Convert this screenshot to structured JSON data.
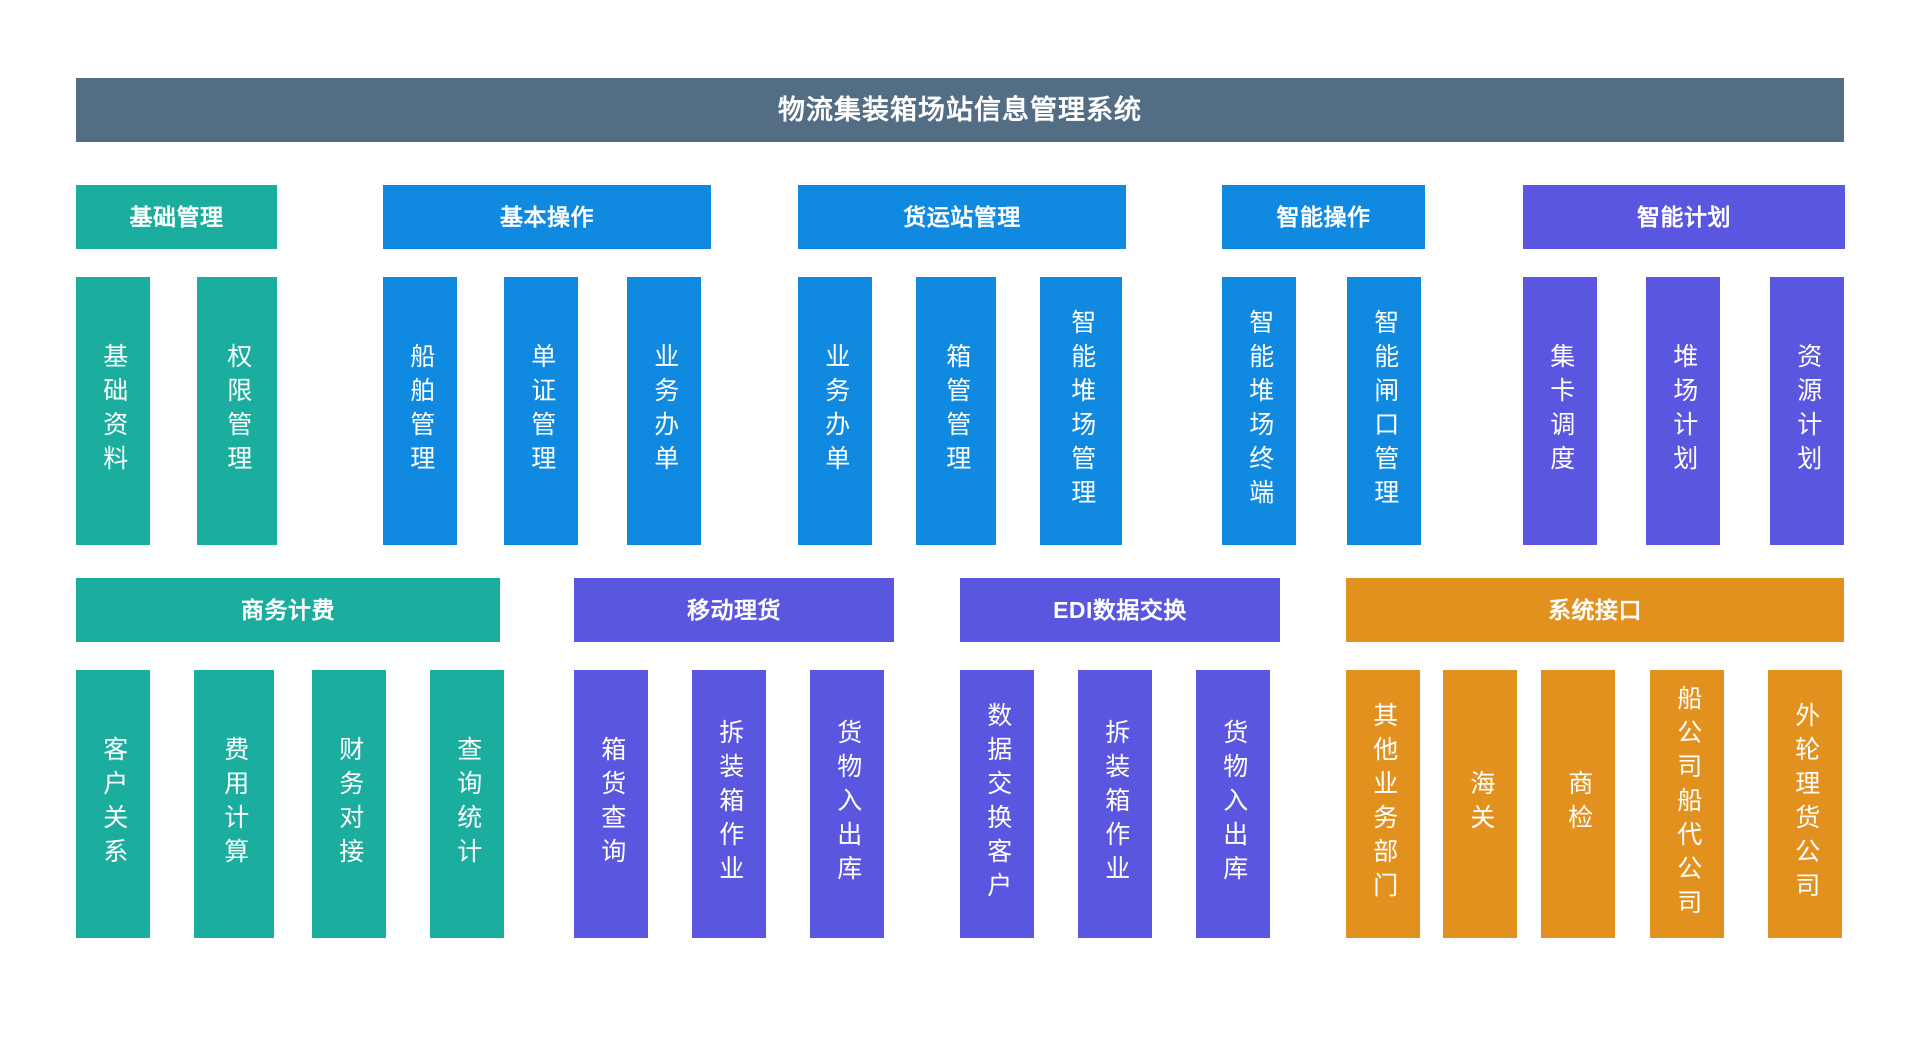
{
  "header": {
    "title": "物流集装箱场站信息管理系统",
    "bar_color": "#536E84"
  },
  "palette": {
    "teal": "#1BAE9F",
    "blue": "#1089E0",
    "purple": "#5B56E0",
    "orange": "#E2911F",
    "title_bar": "#536E84",
    "text": "#FFFFFF",
    "background": "#FFFFFF"
  },
  "groups": [
    {
      "label": "基础管理",
      "color": "teal",
      "row": 1,
      "items": [
        {
          "label": "基础资料"
        },
        {
          "label": "权限管理"
        }
      ]
    },
    {
      "label": "基本操作",
      "color": "blue",
      "row": 1,
      "items": [
        {
          "label": "船舶管理"
        },
        {
          "label": "单证管理"
        },
        {
          "label": "业务办单"
        }
      ]
    },
    {
      "label": "货运站管理",
      "color": "blue",
      "row": 1,
      "items": [
        {
          "label": "业务办单"
        },
        {
          "label": "箱管管理"
        },
        {
          "label": "智能堆场管理"
        }
      ]
    },
    {
      "label": "智能操作",
      "color": "blue",
      "row": 1,
      "items": [
        {
          "label": "智能堆场终端"
        },
        {
          "label": "智能闸口管理"
        }
      ]
    },
    {
      "label": "智能计划",
      "color": "purple",
      "row": 1,
      "items": [
        {
          "label": "集卡调度"
        },
        {
          "label": "堆场计划"
        },
        {
          "label": "资源计划"
        }
      ]
    },
    {
      "label": "商务计费",
      "color": "teal",
      "row": 2,
      "items": [
        {
          "label": "客户关系"
        },
        {
          "label": "费用计算"
        },
        {
          "label": "财务对接"
        },
        {
          "label": "查询统计"
        }
      ]
    },
    {
      "label": "移动理货",
      "color": "purple",
      "row": 2,
      "items": [
        {
          "label": "箱货查询"
        },
        {
          "label": "拆装箱作业"
        },
        {
          "label": "货物入出库"
        }
      ]
    },
    {
      "label": "EDI数据交换",
      "color": "purple",
      "row": 2,
      "items": [
        {
          "label": "数据交换客户"
        },
        {
          "label": "拆装箱作业"
        },
        {
          "label": "货物入出库"
        }
      ]
    },
    {
      "label": "系统接口",
      "color": "orange",
      "row": 2,
      "items": [
        {
          "label": "其他业务部门"
        },
        {
          "label": "海关"
        },
        {
          "label": "商检"
        },
        {
          "label": "船公司船代公司"
        },
        {
          "label": "外轮理货公司"
        }
      ]
    }
  ]
}
